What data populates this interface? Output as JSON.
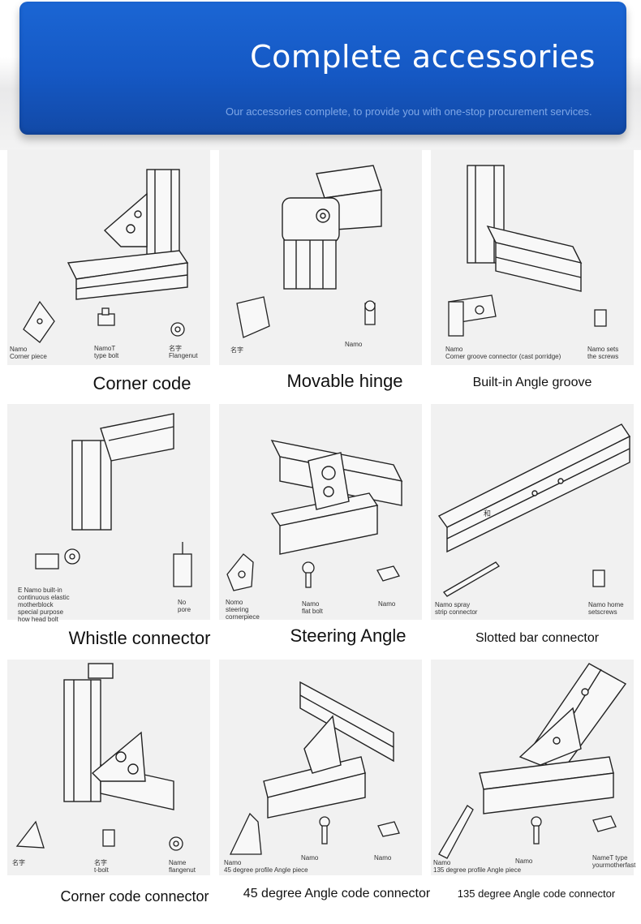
{
  "header": {
    "title": "Complete accessories",
    "subtitle": "Our accessories complete, to provide you with one-stop procurement services."
  },
  "items": [
    {
      "caption": "Corner code",
      "labels": [
        "Namo\nCorner piece",
        "NamoT\ntype bolt",
        "名字\nFlangenut"
      ]
    },
    {
      "caption": "Movable hinge",
      "labels": [
        "名字",
        "Namo"
      ]
    },
    {
      "caption": "Built-in Angle groove",
      "labels": [
        "Namo\nCorner groove connector (cast porridge)",
        "Namo sets\nthe screws"
      ]
    },
    {
      "caption": "Whistle connector",
      "labels": [
        "E Namo built-in\ncontinuous elastic\nmotherblock\nspecial purpose\nhow head bolt",
        "No\npore"
      ]
    },
    {
      "caption": "Steering Angle",
      "labels": [
        "Nomo\nsteering\ncornerpiece",
        "Namo\nflat bolt",
        "Namo"
      ]
    },
    {
      "caption": "Slotted bar connector",
      "labels": [
        "和",
        "Namo spray\nstrip connector",
        "Namo home\nsetscrews"
      ]
    },
    {
      "caption": "Corner code connector",
      "labels": [
        "名字",
        "名字\nt-bolt",
        "Name\nflangenut"
      ]
    },
    {
      "caption": "45 degree Angle code connector",
      "labels": [
        "Namo\n45 degree profile Angle piece",
        "Namo",
        "Namo"
      ]
    },
    {
      "caption": "135 degree Angle code connector",
      "labels": [
        "Namo\n135 degree profile Angle piece",
        "Namo",
        "NameT type\nyourmotherfast"
      ]
    }
  ],
  "colors": {
    "banner": "#1558c4",
    "tile_bg": "#f1f1f1",
    "line": "#222222"
  }
}
